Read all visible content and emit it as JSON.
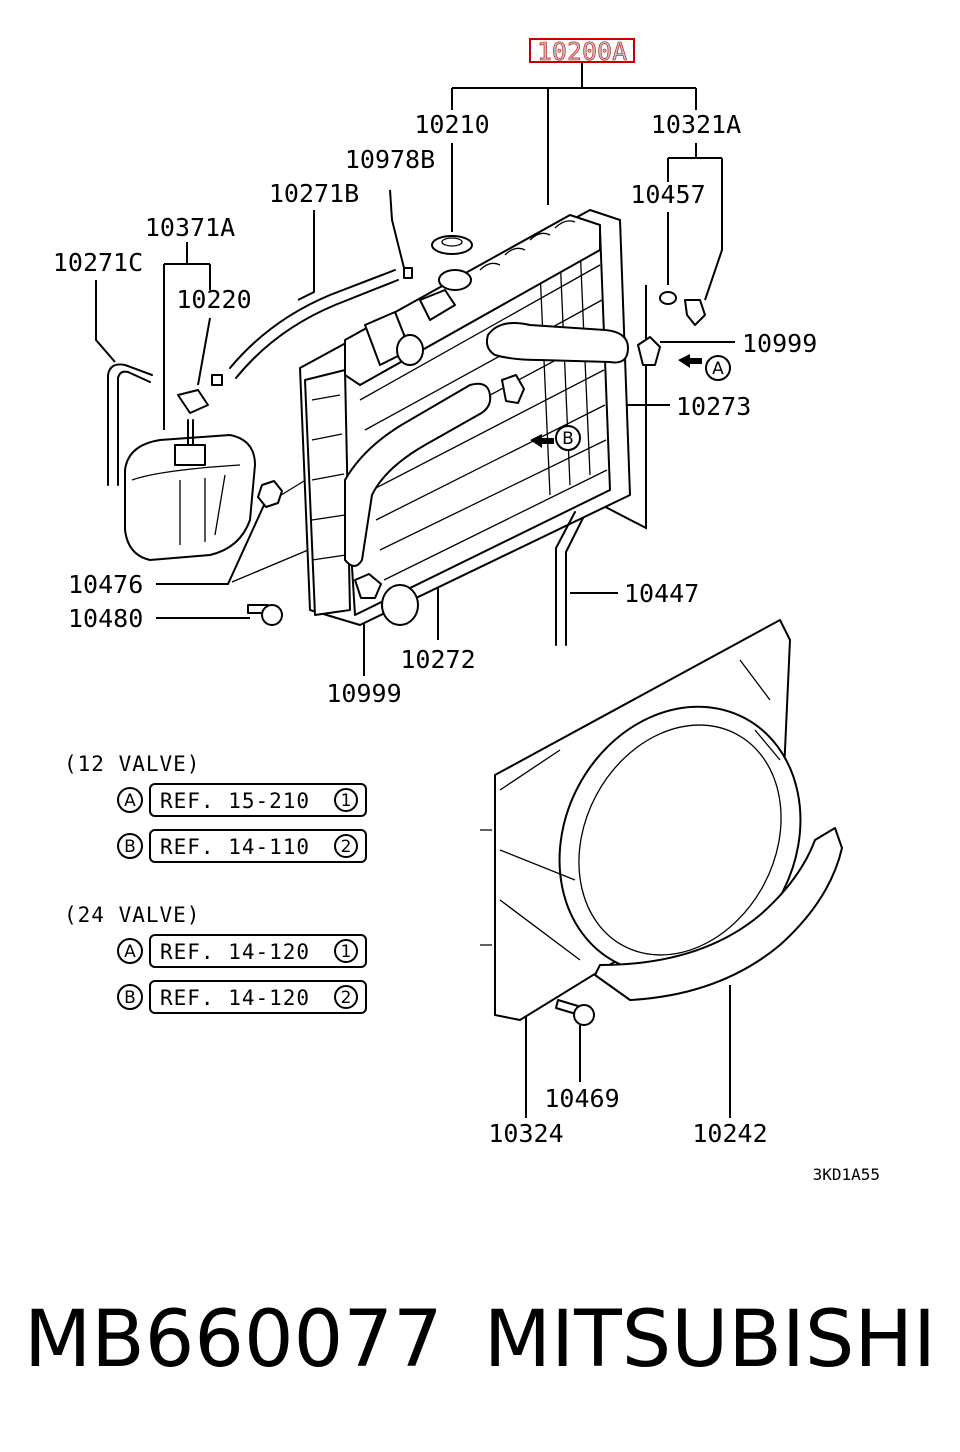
{
  "callouts": {
    "assembly": "10200A",
    "c10210": "10210",
    "c10321a": "10321A",
    "c10978b": "10978B",
    "c10457": "10457",
    "c10271b": "10271B",
    "c10371a": "10371A",
    "c10271c": "10271C",
    "c10220": "10220",
    "c10999_top": "10999",
    "c10273": "10273",
    "c10476": "10476",
    "c10480": "10480",
    "c10447": "10447",
    "c10272": "10272",
    "c10999_bottom": "10999",
    "c10469": "10469",
    "c10324": "10324",
    "c10242": "10242"
  },
  "arrows": {
    "a": "A",
    "b": "B"
  },
  "references": [
    {
      "heading": "(12 VALVE)",
      "rows": [
        {
          "marker": "A",
          "text": "REF. 15-210",
          "sheet": "1"
        },
        {
          "marker": "B",
          "text": "REF. 14-110",
          "sheet": "2"
        }
      ]
    },
    {
      "heading": "(24 VALVE)",
      "rows": [
        {
          "marker": "A",
          "text": "REF. 14-120",
          "sheet": "1"
        },
        {
          "marker": "B",
          "text": "REF. 14-120",
          "sheet": "2"
        }
      ]
    }
  ],
  "diagram_code": "3KD1A55",
  "footer": {
    "part_number": "MB660077",
    "brand": "MITSUBISHI"
  },
  "colors": {
    "highlight": "#cc0000",
    "ink": "#000000"
  }
}
